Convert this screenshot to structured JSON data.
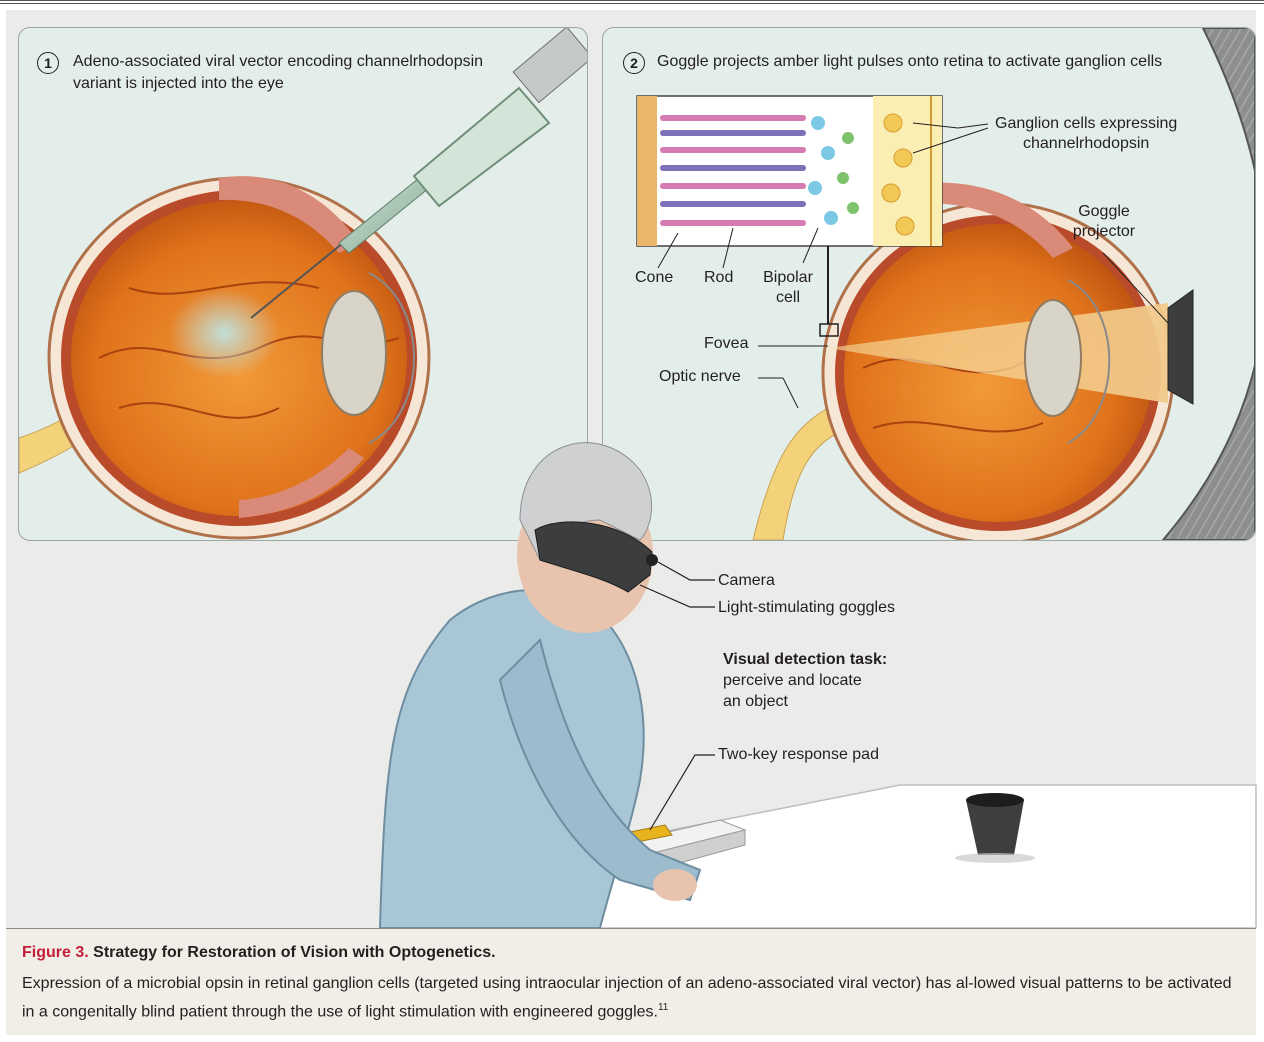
{
  "panel1": {
    "step": "1",
    "text_line1": "Adeno-associated viral vector encoding channelrhodopsin",
    "text_line2": "variant is injected into the eye"
  },
  "panel2": {
    "step": "2",
    "text": "Goggle projects amber light pulses onto retina to activate ganglion cells",
    "labels": {
      "ganglion_line1": "Ganglion cells expressing",
      "ganglion_line2": "channelrhodopsin",
      "goggle_line1": "Goggle",
      "goggle_line2": "projector",
      "cone": "Cone",
      "rod": "Rod",
      "bipolar_line1": "Bipolar",
      "bipolar_line2": "cell",
      "fovea": "Fovea",
      "optic_nerve": "Optic nerve"
    }
  },
  "patient": {
    "camera": "Camera",
    "goggles": "Light-stimulating goggles",
    "task_title": "Visual detection task:",
    "task_line1": "perceive and locate",
    "task_line2": "an object",
    "response_pad": "Two-key response pad"
  },
  "caption": {
    "figure_label": "Figure 3.",
    "title": "Strategy for Restoration of Vision with Optogenetics.",
    "body": "Expression of a microbial opsin in retinal ganglion cells (targeted using intraocular injection of an adeno-associated viral vector) has al-lowed visual patterns to be activated in a congenitally blind patient through the use of light stimulation with engineered goggles.",
    "ref": "11"
  },
  "colors": {
    "panel_bg": "#e3eeea",
    "eye_orange": "#e07a1f",
    "amber_light": "#f2c98a",
    "shirt_blue": "#a9c6d6",
    "caption_red": "#c41e3a"
  }
}
